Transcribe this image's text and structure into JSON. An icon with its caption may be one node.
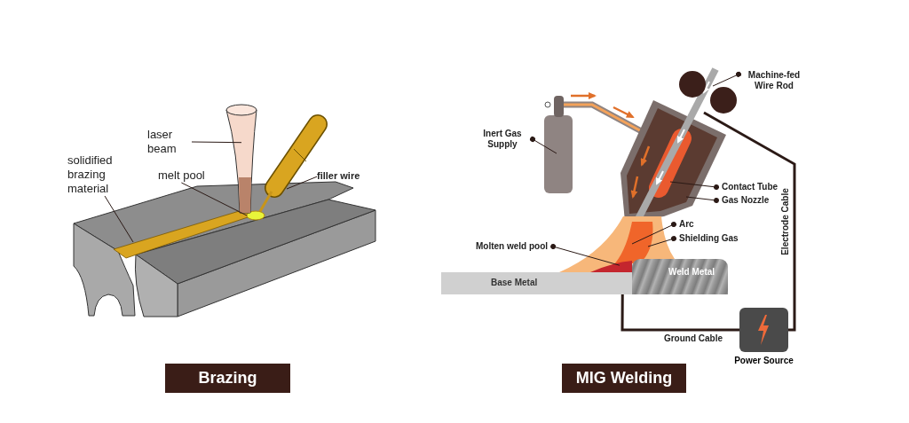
{
  "diagram": {
    "nodes": [
      {
        "text": [
          "laser beam"
        ]
      },
      {
        "text": [
          "solidified brazing material"
        ]
      },
      {
        "text": [
          "melt pool"
        ]
      },
      {
        "text": [
          "filler wire"
        ]
      },
      {
        "text": [
          "Brazing"
        ]
      },
      {
        "text": [
          "Machine-fed Wire Rod"
        ]
      },
      {
        "text": [
          "Inert Gas Supply"
        ]
      },
      {
        "text": [
          "Contact Tube"
        ]
      },
      {
        "text": [
          "Gas Nozzle"
        ]
      },
      {
        "text": [
          "Arc"
        ]
      },
      {
        "text": [
          "Shielding Gas"
        ]
      },
      {
        "text": [
          "Molten weld pool"
        ]
      },
      {
        "text": [
          "Weld Metal"
        ]
      },
      {
        "text": [
          "Base Metal"
        ]
      },
      {
        "text": [
          "Power Source"
        ]
      },
      {
        "text": [
          "MIG Welding"
        ]
      },
      {
        "text": [],
        "shape": "circle"
      },
      {
        "text": [],
        "shape": "cone"
      },
      {
        "text": [],
        "shape": "picture"
      }
    ],
    "edges": [
      {
        "from": 0,
        "to": 17,
        "arrow": "none"
      },
      {
        "from": 1,
        "to": null,
        "arrow": "none"
      },
      {
        "from": 2,
        "to": 16,
        "arrow": "none"
      },
      {
        "from": 3,
        "to": null,
        "arrow": "none"
      },
      {
        "from": 5,
        "to": null,
        "arrow": "other"
      },
      {
        "from": 6,
        "to": null,
        "arrow": "other"
      },
      {
        "from": 7,
        "to": null,
        "arrow": "other"
      },
      {
        "from": 8,
        "to": null,
        "arrow": "other"
      },
      {
        "from": 9,
        "to": null,
        "arrow": "other"
      },
      {
        "from": 10,
        "to": null,
        "arrow": "other"
      },
      {
        "from": 11,
        "to": 18,
        "arrow": "other"
      },
      {
        "from": 13,
        "to": 14,
        "arrow": "none",
        "label": "Ground Cable",
        "style": "thick"
      },
      {
        "from": 14,
        "to": null,
        "arrow": "none",
        "label": "Electrode Cable",
        "style": "thick"
      }
    ]
  }
}
